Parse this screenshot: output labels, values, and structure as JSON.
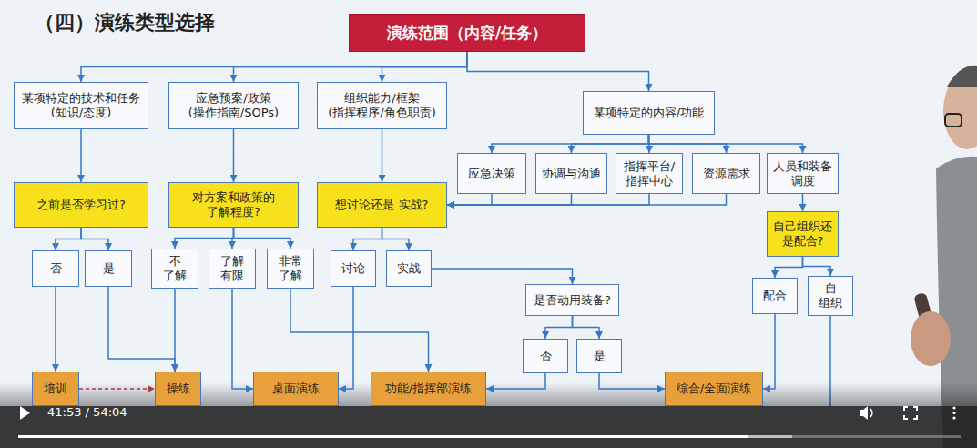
{
  "diagram": {
    "title": "（四）演练类型选择",
    "nodes": [
      {
        "text": [
          "演练范围（内容/任务）"
        ]
      },
      {
        "text": [
          "某项特定的技术和任务 (知识/态度)"
        ]
      },
      {
        "text": [
          "应急预案/政策 (操作指南/SOPs)"
        ]
      },
      {
        "text": [
          "组织能力/框架 (指挥程序/角色职责)"
        ]
      },
      {
        "text": [
          "某项特定的内容/功能"
        ]
      },
      {
        "text": [
          "应急决策"
        ]
      },
      {
        "text": [
          "协调与沟通"
        ]
      },
      {
        "text": [
          "指挥平台/ 指挥中心"
        ]
      },
      {
        "text": [
          "资源需求"
        ]
      },
      {
        "text": [
          "人员和装备 调度"
        ]
      },
      {
        "text": [
          "之前是否学习过?"
        ]
      },
      {
        "text": [
          "对方案和政策的 了解程度?"
        ]
      },
      {
        "text": [
          "想讨论还是 实战?"
        ]
      },
      {
        "text": [
          "自己组织还 是配合?"
        ]
      },
      {
        "text": [
          "否"
        ]
      },
      {
        "text": [
          "是"
        ]
      },
      {
        "text": [
          "不 了解"
        ]
      },
      {
        "text": [
          "了解 有限"
        ]
      },
      {
        "text": [
          "非常 了解"
        ]
      },
      {
        "text": [
          "讨论"
        ]
      },
      {
        "text": [
          "实战"
        ]
      },
      {
        "text": [
          "是否动用装备?"
        ]
      },
      {
        "text": [
          "配合"
        ]
      },
      {
        "text": [
          "自 组织"
        ]
      },
      {
        "text": [
          "否"
        ]
      },
      {
        "text": [
          "是"
        ]
      },
      {
        "text": [
          "培训"
        ]
      },
      {
        "text": [
          "操练"
        ]
      },
      {
        "text": [
          "桌面演练"
        ]
      },
      {
        "text": [
          "功能/指挥部演练"
        ]
      },
      {
        "text": [
          "综合/全面演练"
        ]
      }
    ],
    "edges": [
      {
        "from": 0,
        "to": 1,
        "arrow": "to"
      },
      {
        "from": 0,
        "to": 2,
        "arrow": "to"
      },
      {
        "from": 0,
        "to": 3,
        "arrow": "to"
      },
      {
        "from": 0,
        "to": 4,
        "arrow": "to"
      },
      {
        "from": 4,
        "to": 5,
        "arrow": "to"
      },
      {
        "from": 4,
        "to": 6,
        "arrow": "to"
      },
      {
        "from": 4,
        "to": 7,
        "arrow": "to"
      },
      {
        "from": 4,
        "to": 8,
        "arrow": "to"
      },
      {
        "from": 4,
        "to": 9,
        "arrow": "to"
      },
      {
        "from": 1,
        "to": 10,
        "arrow": "to"
      },
      {
        "from": 2,
        "to": 11,
        "arrow": "to"
      },
      {
        "from": 3,
        "to": 12,
        "arrow": "to"
      },
      {
        "from": 5,
        "to": 12,
        "arrow": "to"
      },
      {
        "from": 6,
        "to": 12,
        "arrow": "to"
      },
      {
        "from": 7,
        "to": 12,
        "arrow": "to"
      },
      {
        "from": 8,
        "to": 12,
        "arrow": "to"
      },
      {
        "from": 9,
        "to": 13,
        "arrow": "to"
      },
      {
        "from": 10,
        "to": 14,
        "arrow": "to"
      },
      {
        "from": 10,
        "to": 15,
        "arrow": "to"
      },
      {
        "from": 11,
        "to": 16,
        "arrow": "to"
      },
      {
        "from": 11,
        "to": 17,
        "arrow": "to"
      },
      {
        "from": 11,
        "to": 18,
        "arrow": "to"
      },
      {
        "from": 12,
        "to": 19,
        "arrow": "to"
      },
      {
        "from": 12,
        "to": 20,
        "arrow": "to"
      },
      {
        "from": 13,
        "to": 22,
        "arrow": "to"
      },
      {
        "from": 13,
        "to": 23,
        "arrow": "to"
      },
      {
        "from": 14,
        "to": 26,
        "arrow": "to"
      },
      {
        "from": 15,
        "to": 27,
        "arrow": "to"
      },
      {
        "from": 16,
        "to": 27,
        "arrow": "to"
      },
      {
        "from": 26,
        "to": 27,
        "arrow": "to"
      },
      {
        "from": 17,
        "to": 28,
        "arrow": "to"
      },
      {
        "from": 18,
        "to": 29,
        "arrow": "to"
      },
      {
        "from": 19,
        "to": 28,
        "arrow": "to"
      },
      {
        "from": 20,
        "to": 21,
        "arrow": "to"
      },
      {
        "from": 21,
        "to": 24,
        "arrow": "to"
      },
      {
        "from": 21,
        "to": 25,
        "arrow": "to"
      },
      {
        "from": 24,
        "to": 29,
        "arrow": "to"
      },
      {
        "from": 25,
        "to": 30,
        "arrow": "to"
      },
      {
        "from": 22,
        "to": 30,
        "arrow": "to"
      }
    ],
    "labels": [
      "41:53 / 54:04"
    ]
  }
}
